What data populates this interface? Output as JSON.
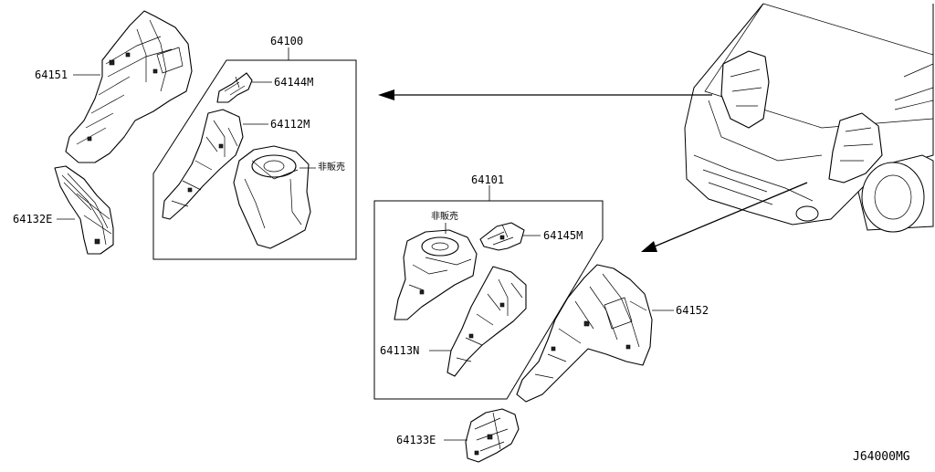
{
  "diagram": {
    "ref_code": "J64000MG",
    "groups": [
      {
        "id": "group-left",
        "label": "64100"
      },
      {
        "id": "group-right",
        "label": "64101"
      }
    ],
    "parts": [
      {
        "id": "part-64151",
        "label": "64151"
      },
      {
        "id": "part-64132E",
        "label": "64132E"
      },
      {
        "id": "part-64144M",
        "label": "64144M"
      },
      {
        "id": "part-64112M",
        "label": "64112M"
      },
      {
        "id": "part-left-not-sold",
        "label": "非販売"
      },
      {
        "id": "part-right-not-sold",
        "label": "非販売"
      },
      {
        "id": "part-64145M",
        "label": "64145M"
      },
      {
        "id": "part-64113N",
        "label": "64113N"
      },
      {
        "id": "part-64152",
        "label": "64152"
      },
      {
        "id": "part-64133E",
        "label": "64133E"
      }
    ]
  }
}
